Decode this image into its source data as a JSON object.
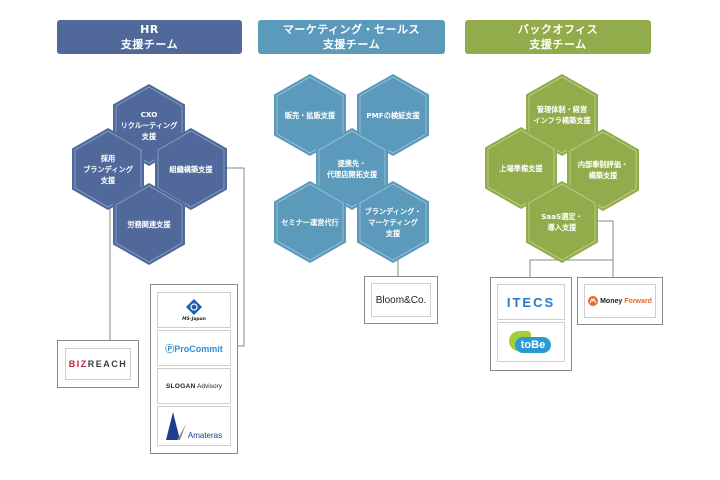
{
  "colors": {
    "hr": "#50699a",
    "hr_border": "#8ea3c6",
    "marketing": "#5b9abb",
    "marketing_border": "#9cc6dc",
    "backoffice": "#92ac4b",
    "backoffice_border": "#c2d38e",
    "connector": "#8a8a8a"
  },
  "teams": [
    {
      "id": "hr",
      "title_line1": "HR",
      "title_line2": "支援チーム",
      "services": [
        {
          "lines": [
            "CXO",
            "リクルーティング",
            "支援"
          ]
        },
        {
          "lines": [
            "採用",
            "ブランディング",
            "支援"
          ]
        },
        {
          "lines": [
            "組織構築支援"
          ]
        },
        {
          "lines": [
            "労務関連支援"
          ]
        }
      ],
      "partners_left": [
        {
          "name": "BIZREACH",
          "parts": [
            "BIZ",
            "REACH"
          ]
        }
      ],
      "partners_right": [
        {
          "name": "MS-Japan",
          "caption": "MS-Japan"
        },
        {
          "name": "ProCommit",
          "text": "ProCommit"
        },
        {
          "name": "SLOGAN Advisory",
          "bold": "SLOGAN",
          "rest": " Advisory"
        },
        {
          "name": "Amateras",
          "text": "Amateras"
        }
      ]
    },
    {
      "id": "marketing",
      "title_line1": "マーケティング・セールス",
      "title_line2": "支援チーム",
      "services": [
        {
          "lines": [
            "販売・拡販支援"
          ]
        },
        {
          "lines": [
            "PMFの検証支援"
          ]
        },
        {
          "lines": [
            "提携先・",
            "代理店開拓支援"
          ]
        },
        {
          "lines": [
            "セミナー運営代行"
          ]
        },
        {
          "lines": [
            "ブランディング・",
            "マーケティング",
            "支援"
          ]
        }
      ],
      "partners": [
        {
          "name": "Bloom&Co.",
          "text": "Bloom&Co."
        }
      ]
    },
    {
      "id": "backoffice",
      "title_line1": "バックオフィス",
      "title_line2": "支援チーム",
      "services": [
        {
          "lines": [
            "管理体制・経営",
            "インフラ構築支援"
          ]
        },
        {
          "lines": [
            "上場準備支援"
          ]
        },
        {
          "lines": [
            "内部牽制評価・",
            "構築支援"
          ]
        },
        {
          "lines": [
            "SaaS選定・",
            "導入支援"
          ]
        }
      ],
      "partners_left": [
        {
          "name": "ITECS",
          "text": "ITECS"
        },
        {
          "name": "toBe marketing",
          "text": "toBe"
        }
      ],
      "partners_right": [
        {
          "name": "Money Forward",
          "parts": [
            "Money",
            "Forward"
          ]
        }
      ]
    }
  ]
}
